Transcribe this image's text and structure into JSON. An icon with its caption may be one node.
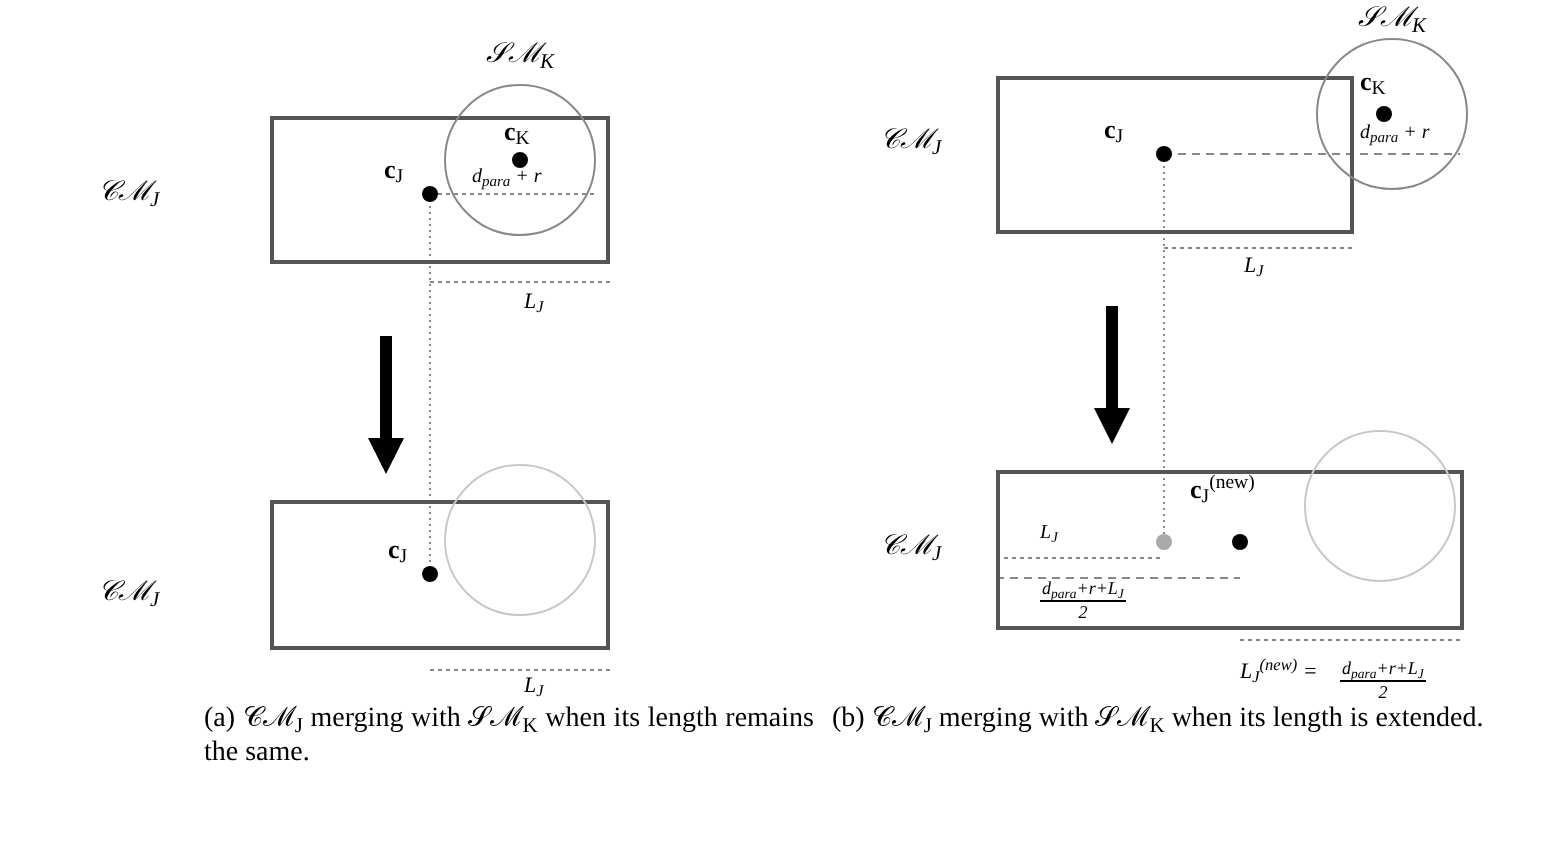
{
  "diagram": {
    "nodes": [
      {
        "text": [
          "𝒞ℳ$_{J}$"
        ]
      },
      {
        "text": [
          "𝒮ℳ$_{K}$"
        ]
      },
      {
        "text": [
          "𝒞ℳ$_{J}$"
        ]
      },
      {
        "text": [],
        "shape": "circle"
      },
      {
        "text": [
          "𝒞ℳ$_{J}$"
        ]
      },
      {
        "text": [
          "𝒮ℳ$_{K}$"
        ]
      },
      {
        "text": [
          "𝒞ℳ$_{J}$"
        ]
      },
      {
        "text": [],
        "shape": "circle"
      }
    ],
    "edges": [
      {
        "from": 0,
        "to": 2,
        "arrow": "to"
      },
      {
        "from": 4,
        "to": 6,
        "arrow": "to"
      }
    ],
    "labels": [
      "**c**$_{K}$",
      "**c**$_{J}$",
      "d$_{para}$ + r",
      "L$_{J}$",
      "**c**$_{J}$",
      "L$_{J}$",
      "**c**$_{K}$",
      "**c**$_{J}$",
      "d$_{para}$ + r",
      "L$_{J}$",
      "**c**$_{J}$$^{(new)}$",
      "L$_{J}$",
      "d$_{para}$+r+L$_{J}$",
      "2",
      "L$_{J}$$^{(new)}$ =",
      "d$_{para}$+r+L$_{J}$",
      "2",
      "(a) 𝒞ℳ$_{J}$ merging with 𝒮ℳ$_{K}$ when its length remains the same.",
      "(b) 𝒞ℳ$_{J}$ merging with 𝒮ℳ$_{K}$ when its length is extended."
    ]
  }
}
